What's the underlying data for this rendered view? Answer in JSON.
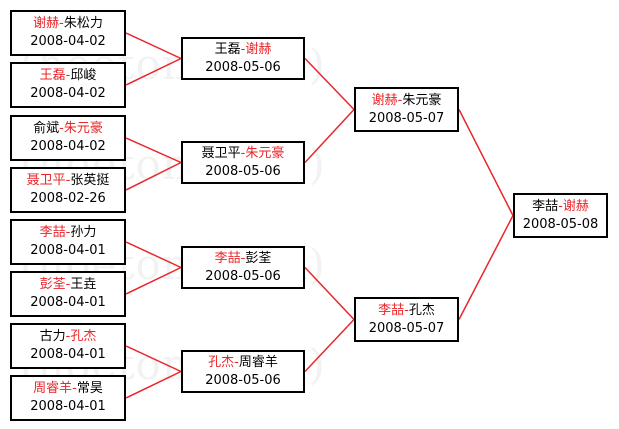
{
  "watermark": [
    "(hoetom.com)",
    "(hoetom.com)",
    "(hoetom.com)",
    "(hoetom.com)"
  ],
  "colors": {
    "winner": "#e8262a",
    "line": "#e8262a",
    "border": "#000000"
  },
  "matches": [
    {
      "id": "r1m1",
      "round": 1,
      "p1": "谢赫",
      "p2": "朱松力",
      "winner": 1,
      "date": "2008-04-02"
    },
    {
      "id": "r1m2",
      "round": 1,
      "p1": "王磊",
      "p2": "邱峻",
      "winner": 1,
      "date": "2008-04-02"
    },
    {
      "id": "r1m3",
      "round": 1,
      "p1": "俞斌",
      "p2": "朱元豪",
      "winner": 2,
      "date": "2008-04-02"
    },
    {
      "id": "r1m4",
      "round": 1,
      "p1": "聂卫平",
      "p2": "张英挺",
      "winner": 1,
      "date": "2008-02-26"
    },
    {
      "id": "r1m5",
      "round": 1,
      "p1": "李喆",
      "p2": "孙力",
      "winner": 1,
      "date": "2008-04-01"
    },
    {
      "id": "r1m6",
      "round": 1,
      "p1": "彭荃",
      "p2": "王垚",
      "winner": 1,
      "date": "2008-04-01"
    },
    {
      "id": "r1m7",
      "round": 1,
      "p1": "古力",
      "p2": "孔杰",
      "winner": 2,
      "date": "2008-04-01"
    },
    {
      "id": "r1m8",
      "round": 1,
      "p1": "周睿羊",
      "p2": "常昊",
      "winner": 1,
      "date": "2008-04-01"
    },
    {
      "id": "r2m1",
      "round": 2,
      "p1": "王磊",
      "p2": "谢赫",
      "winner": 2,
      "date": "2008-05-06"
    },
    {
      "id": "r2m2",
      "round": 2,
      "p1": "聂卫平",
      "p2": "朱元豪",
      "winner": 2,
      "date": "2008-05-06"
    },
    {
      "id": "r2m3",
      "round": 2,
      "p1": "李喆",
      "p2": "彭荃",
      "winner": 1,
      "date": "2008-05-06"
    },
    {
      "id": "r2m4",
      "round": 2,
      "p1": "孔杰",
      "p2": "周睿羊",
      "winner": 1,
      "date": "2008-05-06"
    },
    {
      "id": "r3m1",
      "round": 3,
      "p1": "谢赫",
      "p2": "朱元豪",
      "winner": 1,
      "date": "2008-05-07"
    },
    {
      "id": "r3m2",
      "round": 3,
      "p1": "李喆",
      "p2": "孔杰",
      "winner": 1,
      "date": "2008-05-07"
    },
    {
      "id": "r4m1",
      "round": 4,
      "p1": "李喆",
      "p2": "谢赫",
      "winner": 2,
      "date": "2008-05-08"
    }
  ],
  "links": [
    [
      "r1m1",
      "r2m1"
    ],
    [
      "r1m2",
      "r2m1"
    ],
    [
      "r1m3",
      "r2m2"
    ],
    [
      "r1m4",
      "r2m2"
    ],
    [
      "r1m5",
      "r2m3"
    ],
    [
      "r1m6",
      "r2m3"
    ],
    [
      "r1m7",
      "r2m4"
    ],
    [
      "r1m8",
      "r2m4"
    ],
    [
      "r2m1",
      "r3m1"
    ],
    [
      "r2m2",
      "r3m1"
    ],
    [
      "r2m3",
      "r3m2"
    ],
    [
      "r2m4",
      "r3m2"
    ],
    [
      "r3m1",
      "r4m1"
    ],
    [
      "r3m2",
      "r4m1"
    ]
  ]
}
